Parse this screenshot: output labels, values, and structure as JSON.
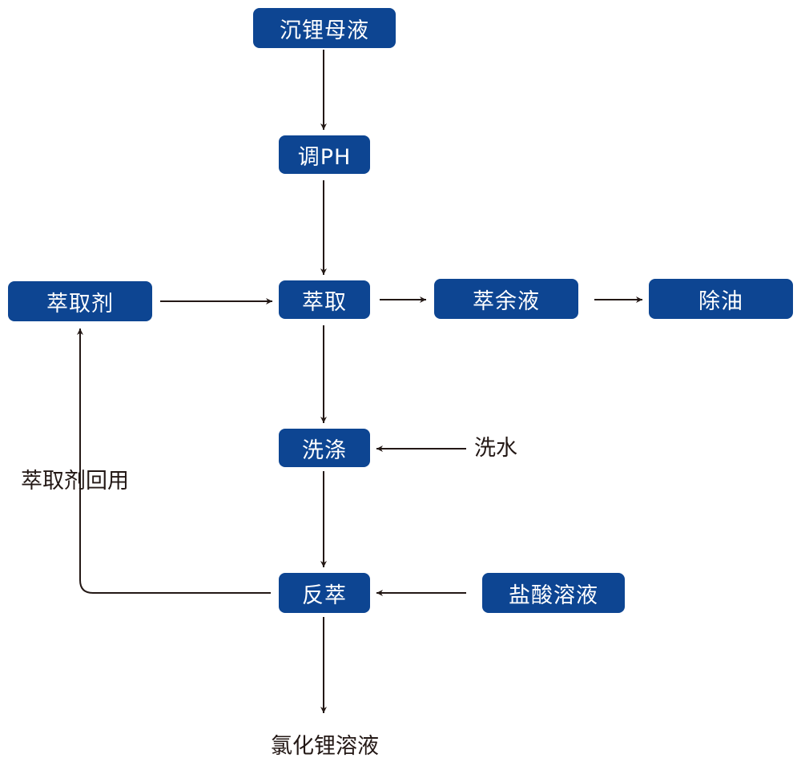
{
  "colors": {
    "node_fill": "#0d4592",
    "node_text": "#ffffff",
    "edge": "#231815",
    "plain_text": "#231815"
  },
  "nodes": {
    "mother_liquor": "沉锂母液",
    "adjust_ph": "调PH",
    "extractant": "萃取剂",
    "extraction": "萃取",
    "raffinate": "萃余液",
    "deoiling": "除油",
    "washing": "洗涤",
    "stripping": "反萃",
    "hcl_solution": "盐酸溶液"
  },
  "labels": {
    "wash_water": "洗水",
    "extractant_reuse": "萃取剂回用",
    "licl_solution": "氯化锂溶液"
  }
}
